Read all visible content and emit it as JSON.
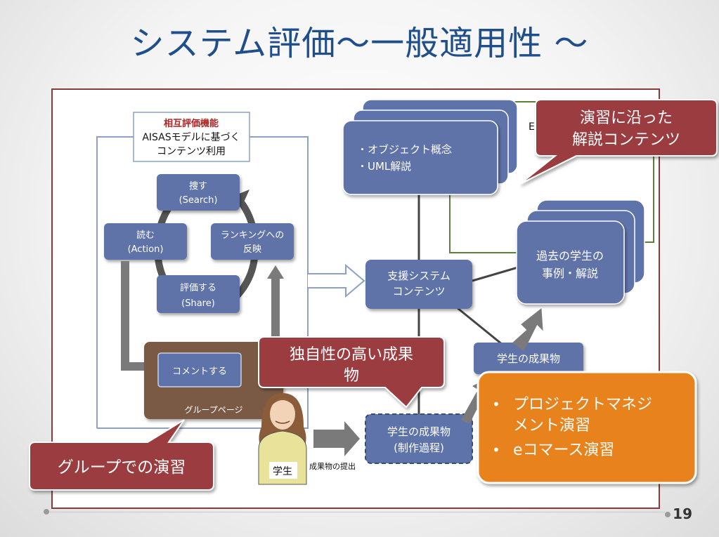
{
  "slide": {
    "title": "システム評価～一般適用性 ～",
    "page_number": "19"
  },
  "diagram": {
    "header_box": {
      "line1": "相互評価機能",
      "line2": "AISASモデルに基づく",
      "line3": "コンテンツ利用"
    },
    "cycle": {
      "search": {
        "line1": "捜す",
        "line2": "(Search)"
      },
      "read": {
        "line1": "読む",
        "line2": "(Action)"
      },
      "ranking": {
        "line1": "ランキングへの",
        "line2": "反映"
      },
      "evaluate": {
        "line1": "評価する",
        "line2": "(Share)"
      }
    },
    "group_page": {
      "comment": "コメントする",
      "label": "グループページ"
    },
    "student_label": "学生",
    "submit_label": "成果物の提出",
    "work_process": {
      "line1": "学生の成果物",
      "line2": "(制作過程)"
    },
    "support": {
      "line1": "支援システム",
      "line2": "コンテンツ"
    },
    "object_concepts": {
      "line1": "・オブジェクト概念",
      "line2": "・UML解説"
    },
    "partial_label": "E",
    "past_cases": {
      "line1": "過去の学生の",
      "line2": "事例・解説"
    },
    "student_work": "学生の成果物"
  },
  "callouts": {
    "exercise_contents": {
      "line1": "演習に沿った",
      "line2": "解説コンテンツ"
    },
    "original_work": {
      "line1": "独自性の高い成果",
      "line2": "物"
    },
    "group_exercise": "グループでの演習",
    "exercises": {
      "item1_line1": "プロジェクトマネジ",
      "item1_line2": "メント演習",
      "item2": "eコマース演習"
    }
  },
  "colors": {
    "title": "#1f4e8c",
    "box_blue": "#5e73a9",
    "callout_red": "#9b3d3f",
    "callout_orange": "#e8821e",
    "group_brown": "#7a5a45",
    "frame": "#8b3a3a",
    "green_line": "#5e7f3a"
  }
}
